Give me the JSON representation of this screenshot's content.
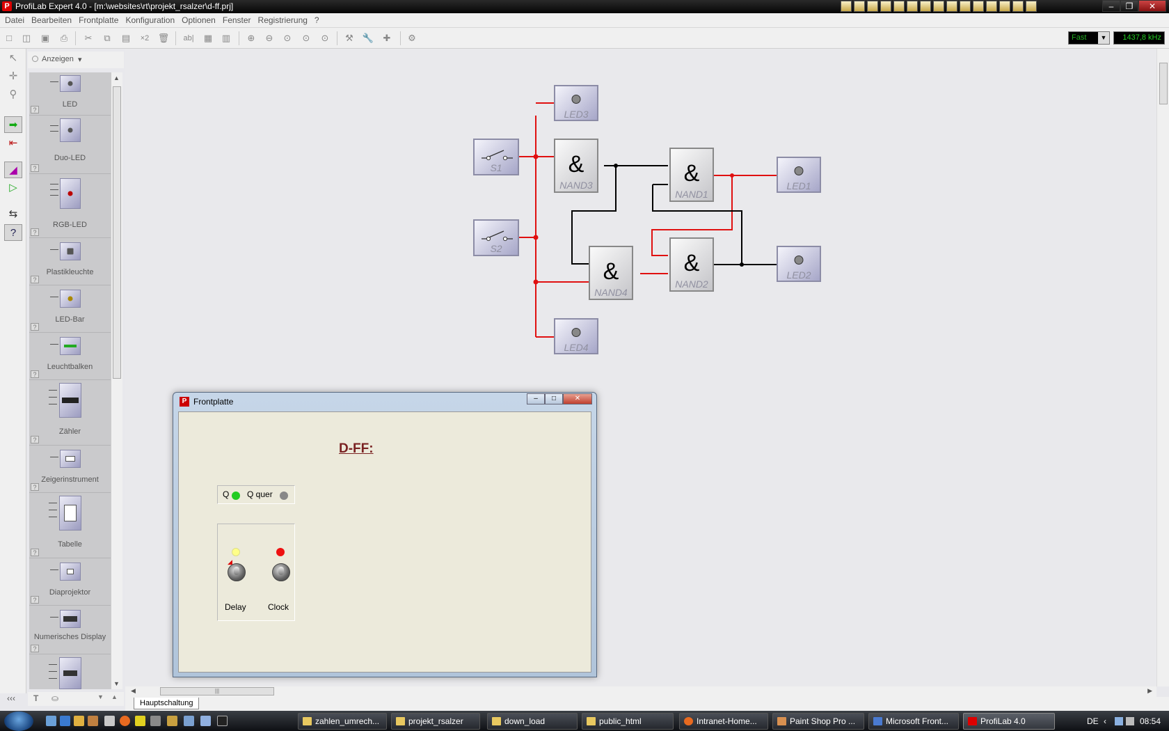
{
  "window": {
    "title": "ProfiLab Expert 4.0 - [m:\\websites\\rt\\projekt_rsalzer\\d-ff.prj]",
    "app_icon_letter": "P"
  },
  "menu": [
    "Datei",
    "Bearbeiten",
    "Frontplatte",
    "Konfiguration",
    "Optionen",
    "Fenster",
    "Registrierung",
    "?"
  ],
  "toolbar": {
    "speed": "Fast",
    "frequency": "1437,8 kHz"
  },
  "library": {
    "view_label": "Anzeigen",
    "help_mark": "?",
    "items": [
      {
        "name": "LED",
        "tag": "LED"
      },
      {
        "name": "Duo-LED",
        "tag": "DLED"
      },
      {
        "name": "RGB-LED",
        "tag": "RGB"
      },
      {
        "name": "Plastikleuchte",
        "tag": "LA"
      },
      {
        "name": "LED-Bar",
        "tag": "LB"
      },
      {
        "name": "Leuchtbalken",
        "tag": "LE"
      },
      {
        "name": "Zähler",
        "tag": "CO"
      },
      {
        "name": "Zeigerinstrument",
        "tag": "MI"
      },
      {
        "name": "Tabelle",
        "tag": "TAB"
      },
      {
        "name": "Diaprojektor",
        "tag": "PJ"
      },
      {
        "name": "Numerisches Display",
        "tag": "NO"
      },
      {
        "name": "",
        "tag": "TXT"
      }
    ]
  },
  "circuit": {
    "leds": [
      "LED3",
      "LED4",
      "LED1",
      "LED2"
    ],
    "switches": [
      "S1",
      "S2"
    ],
    "gates": [
      "NAND3",
      "NAND1",
      "NAND4",
      "NAND2"
    ],
    "gate_symbol": "&",
    "wire_colors": {
      "high": "#e01010",
      "low": "#000000"
    }
  },
  "frontplatte": {
    "title": "Frontplatte",
    "heading": "D-FF:",
    "q_label": "Q",
    "q_quer_label": "Q quer",
    "q_led_color": "#22cc22",
    "q_quer_led_color": "#888888",
    "switches": [
      {
        "label": "Delay",
        "led_color": "#ffff88"
      },
      {
        "label": "Clock",
        "led_color": "#ee1111"
      }
    ]
  },
  "tab": "Hauptschaltung",
  "taskbar": {
    "tasks": [
      "zahlen_umrech...",
      "projekt_rsalzer",
      "down_load",
      "public_html",
      "Intranet-Home...",
      "Paint Shop Pro ...",
      "Microsoft Front...",
      "ProfiLab 4.0"
    ],
    "language": "DE",
    "clock": "08:54"
  }
}
